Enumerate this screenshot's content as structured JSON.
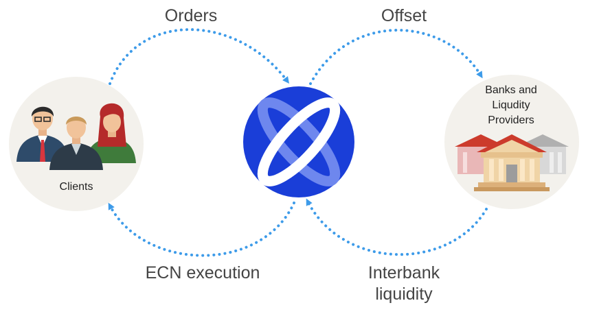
{
  "flows": {
    "orders": "Orders",
    "offset": "Offset",
    "ecn_execution": "ECN execution",
    "interbank_liquidity": "Interbank\nliquidity"
  },
  "nodes": {
    "clients": "Clients",
    "banks": "Banks and\nLiqudity\nProviders",
    "hub_logo": "ecn-hub-logo"
  },
  "colors": {
    "arrow": "#3d9be9",
    "hub": "#1a3ed8",
    "node_bg": "#f3f1ec",
    "bank_roof": "#cc3b2c",
    "bank_body": "#f0d4a6"
  },
  "icons": [
    "people-icon",
    "bank-buildings-icon",
    "ecn-logo-icon",
    "dotted-arrow-icon"
  ]
}
